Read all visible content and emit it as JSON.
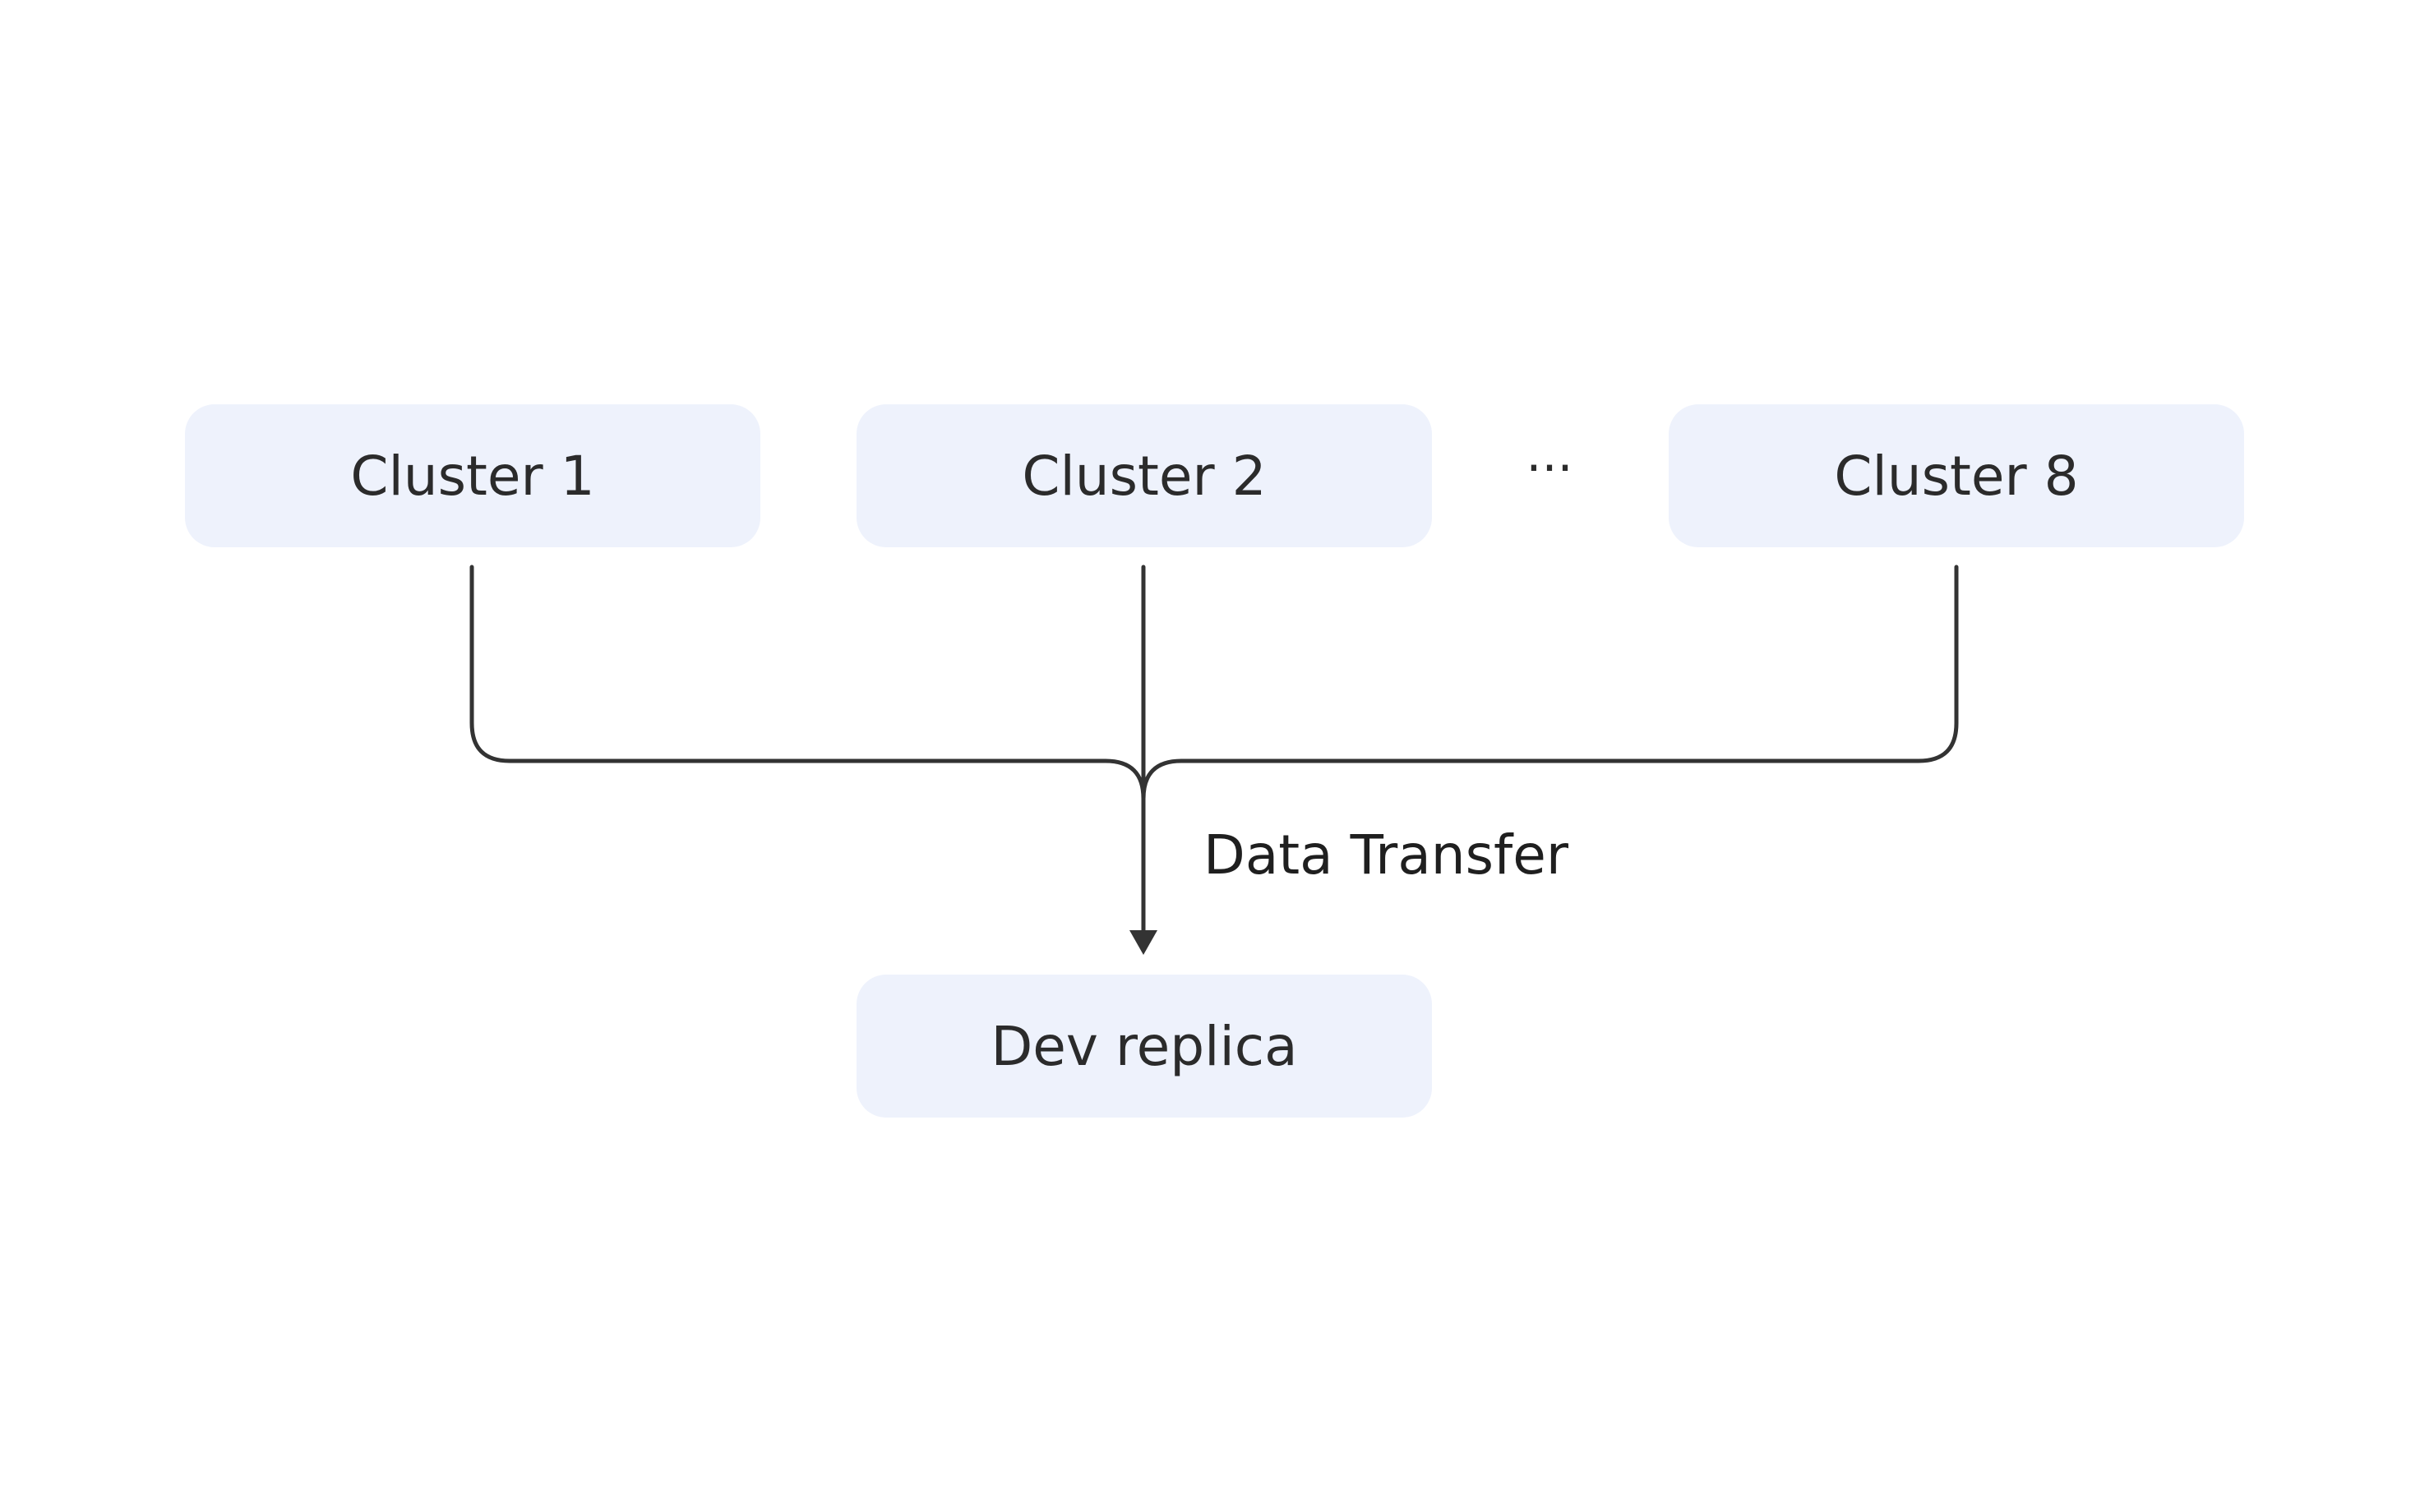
{
  "colors": {
    "node_fill": "#EEF2FC",
    "connector": "#333333",
    "background": "#FFFFFF"
  },
  "nodes": {
    "cluster_1": "Cluster 1",
    "cluster_2": "Cluster 2",
    "cluster_8": "Cluster 8",
    "dev_replica": "Dev replica"
  },
  "ellipsis": "···",
  "edge_label": "Data Transfer"
}
